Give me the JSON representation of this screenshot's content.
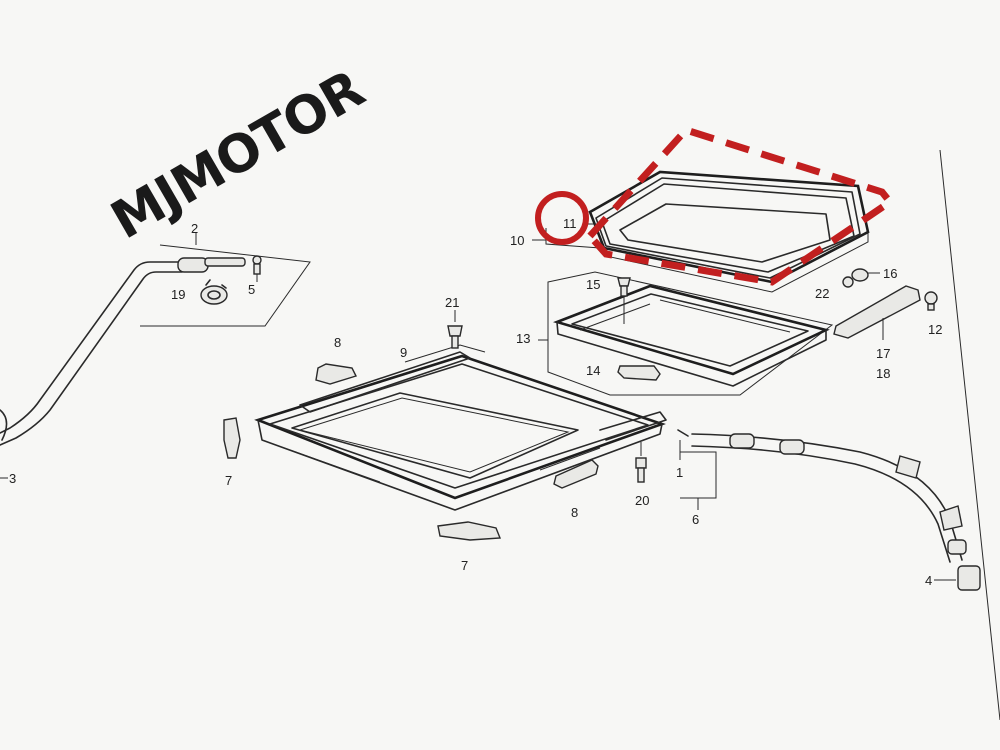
{
  "watermark": {
    "text": "MJMOTOR"
  },
  "highlight": {
    "color": "#c21f1f",
    "part": "11"
  },
  "callouts": {
    "c1": "1",
    "c2": "2",
    "c3": "3",
    "c4": "4",
    "c5": "5",
    "c6": "6",
    "c7a": "7",
    "c7b": "7",
    "c8a": "8",
    "c8b": "8",
    "c9": "9",
    "c10": "10",
    "c11": "11",
    "c12": "12",
    "c13": "13",
    "c14": "14",
    "c15": "15",
    "c16": "16",
    "c17": "17",
    "c18": "18",
    "c19": "19",
    "c20": "20",
    "c21": "21",
    "c22": "22"
  }
}
